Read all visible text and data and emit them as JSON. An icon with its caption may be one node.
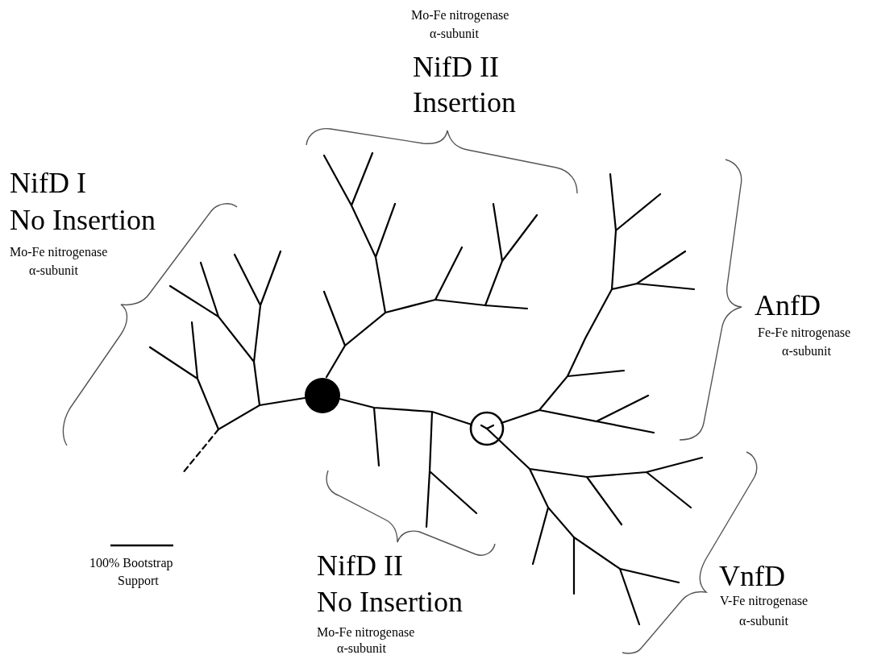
{
  "diagram": {
    "labels": [
      "Mo-Fe nitrogenase",
      "α-subunit",
      "NifD II",
      "Insertion",
      "NifD I",
      "No Insertion",
      "Mo-Fe nitrogenase",
      "α-subunit",
      "AnfD",
      "Fe-Fe nitrogenase",
      "α-subunit",
      "100% Bootstrap",
      "Support",
      "NifD II",
      "No Insertion",
      "Mo-Fe nitrogenase",
      "α-subunit",
      "VnfD",
      "V-Fe nitrogenase",
      "α-subunit"
    ]
  }
}
